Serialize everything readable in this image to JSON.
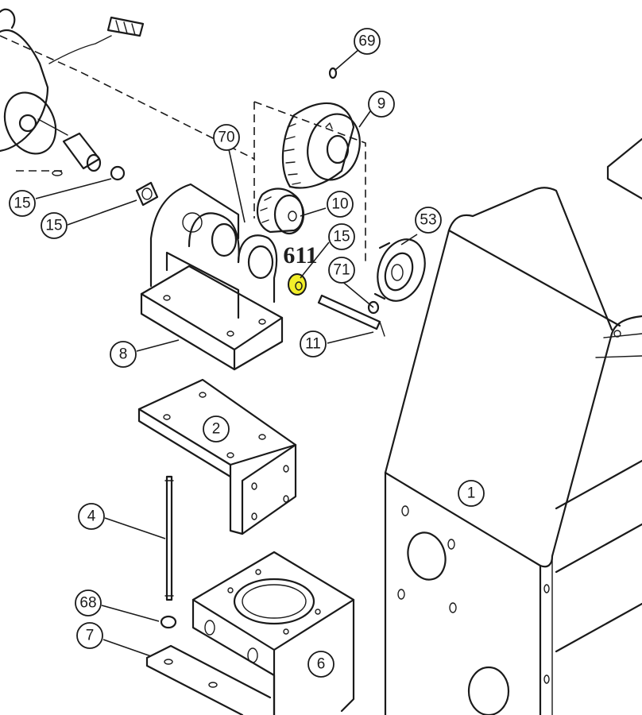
{
  "diagram": {
    "highlight": {
      "label": "611",
      "color": "#f2ee2a"
    },
    "callouts": [
      {
        "id": "c69",
        "label": "69"
      },
      {
        "id": "c9",
        "label": "9"
      },
      {
        "id": "c70",
        "label": "70"
      },
      {
        "id": "c10",
        "label": "10"
      },
      {
        "id": "c15a",
        "label": "15"
      },
      {
        "id": "c15b",
        "label": "15"
      },
      {
        "id": "c15c",
        "label": "15"
      },
      {
        "id": "c53",
        "label": "53"
      },
      {
        "id": "c71",
        "label": "71"
      },
      {
        "id": "c11",
        "label": "11"
      },
      {
        "id": "c8",
        "label": "8"
      },
      {
        "id": "c2",
        "label": "2"
      },
      {
        "id": "c1",
        "label": "1"
      },
      {
        "id": "c4",
        "label": "4"
      },
      {
        "id": "c68",
        "label": "68"
      },
      {
        "id": "c7",
        "label": "7"
      },
      {
        "id": "c6",
        "label": "6"
      }
    ]
  }
}
